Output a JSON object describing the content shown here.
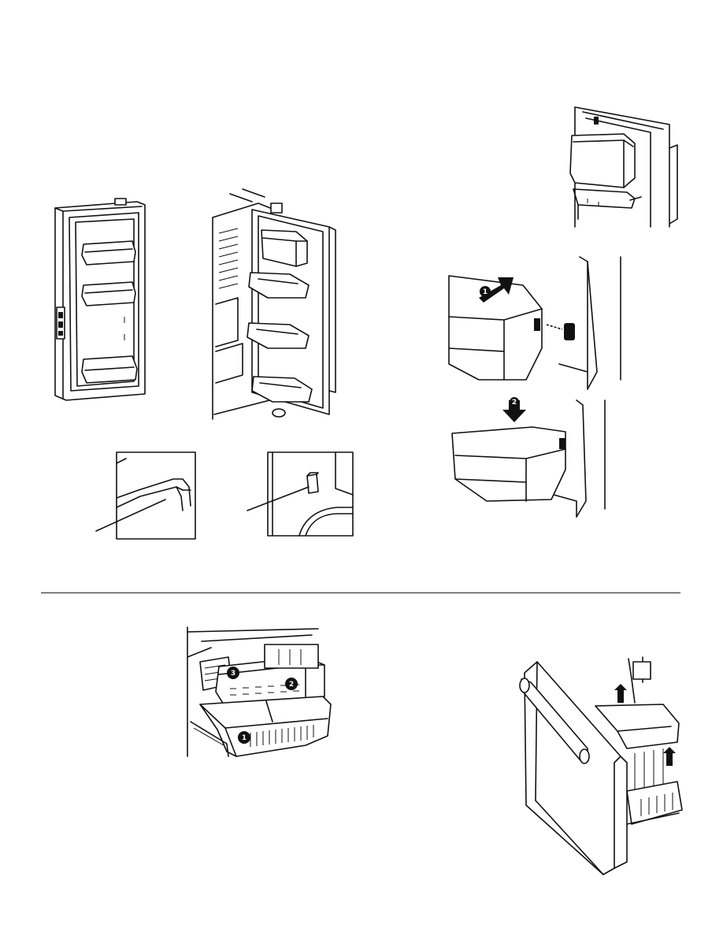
{
  "page": {
    "background": "#ffffff",
    "line_color": "#111111"
  },
  "figures": {
    "door_bins_left": {
      "icon": "refrigerator-door-with-bins"
    },
    "door_bins_open": {
      "icon": "open-refrigerator-door-with-bins"
    },
    "dairy_compartment": {
      "icon": "door-dairy-compartment"
    },
    "bin_detail_callout": {
      "icon": "bin-edge-detail"
    },
    "support_detail_callout": {
      "icon": "door-support-tab-detail"
    },
    "bin_install_step_1": {
      "step_badge": "1",
      "icon": "push-bin-back-arrow"
    },
    "bin_install_step_2": {
      "step_badge": "2",
      "icon": "press-bin-down-arrow"
    },
    "freezer_baskets": {
      "badges": [
        "3",
        "2",
        "1"
      ],
      "icon": "freezer-drawer-baskets"
    },
    "freezer_basket_removal": {
      "icon": "lift-basket-out-arrows"
    }
  }
}
